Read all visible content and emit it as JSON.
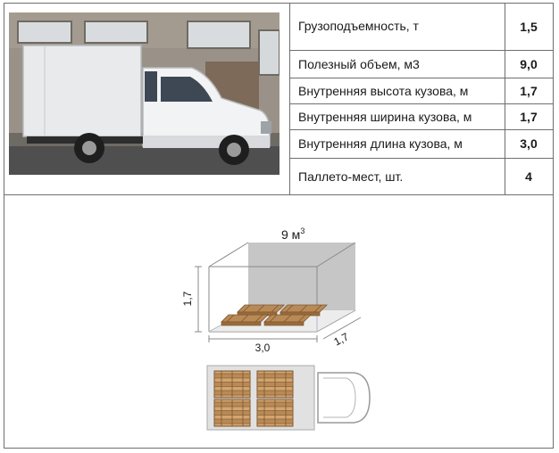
{
  "specs": [
    {
      "label": "Грузоподъемность, т",
      "value": "1,5"
    },
    {
      "label": "Полезный объем, м3",
      "value": "9,0"
    },
    {
      "label": "Внутренняя высота кузова, м",
      "value": "1,7"
    },
    {
      "label": "Внутренняя ширина кузова, м",
      "value": "1,7"
    },
    {
      "label": "Внутренняя длина кузова, м",
      "value": "3,0"
    },
    {
      "label": "Паллето-мест, шт.",
      "value": "4"
    }
  ],
  "diagram": {
    "volume_label": "9 м",
    "volume_sup": "3",
    "height_label": "1,7",
    "length_label": "3,0",
    "width_label": "1,7",
    "pallet_count": 4
  },
  "colors": {
    "border": "#6f6f6f",
    "pallet_wood": "#b98a55",
    "pallet_dark": "#7a5530",
    "box_back": "#c6c6c6",
    "line": "#888888"
  },
  "icons": {
    "vehicle_photo": "van-photo",
    "cab_topview": "truck-cab-icon"
  }
}
